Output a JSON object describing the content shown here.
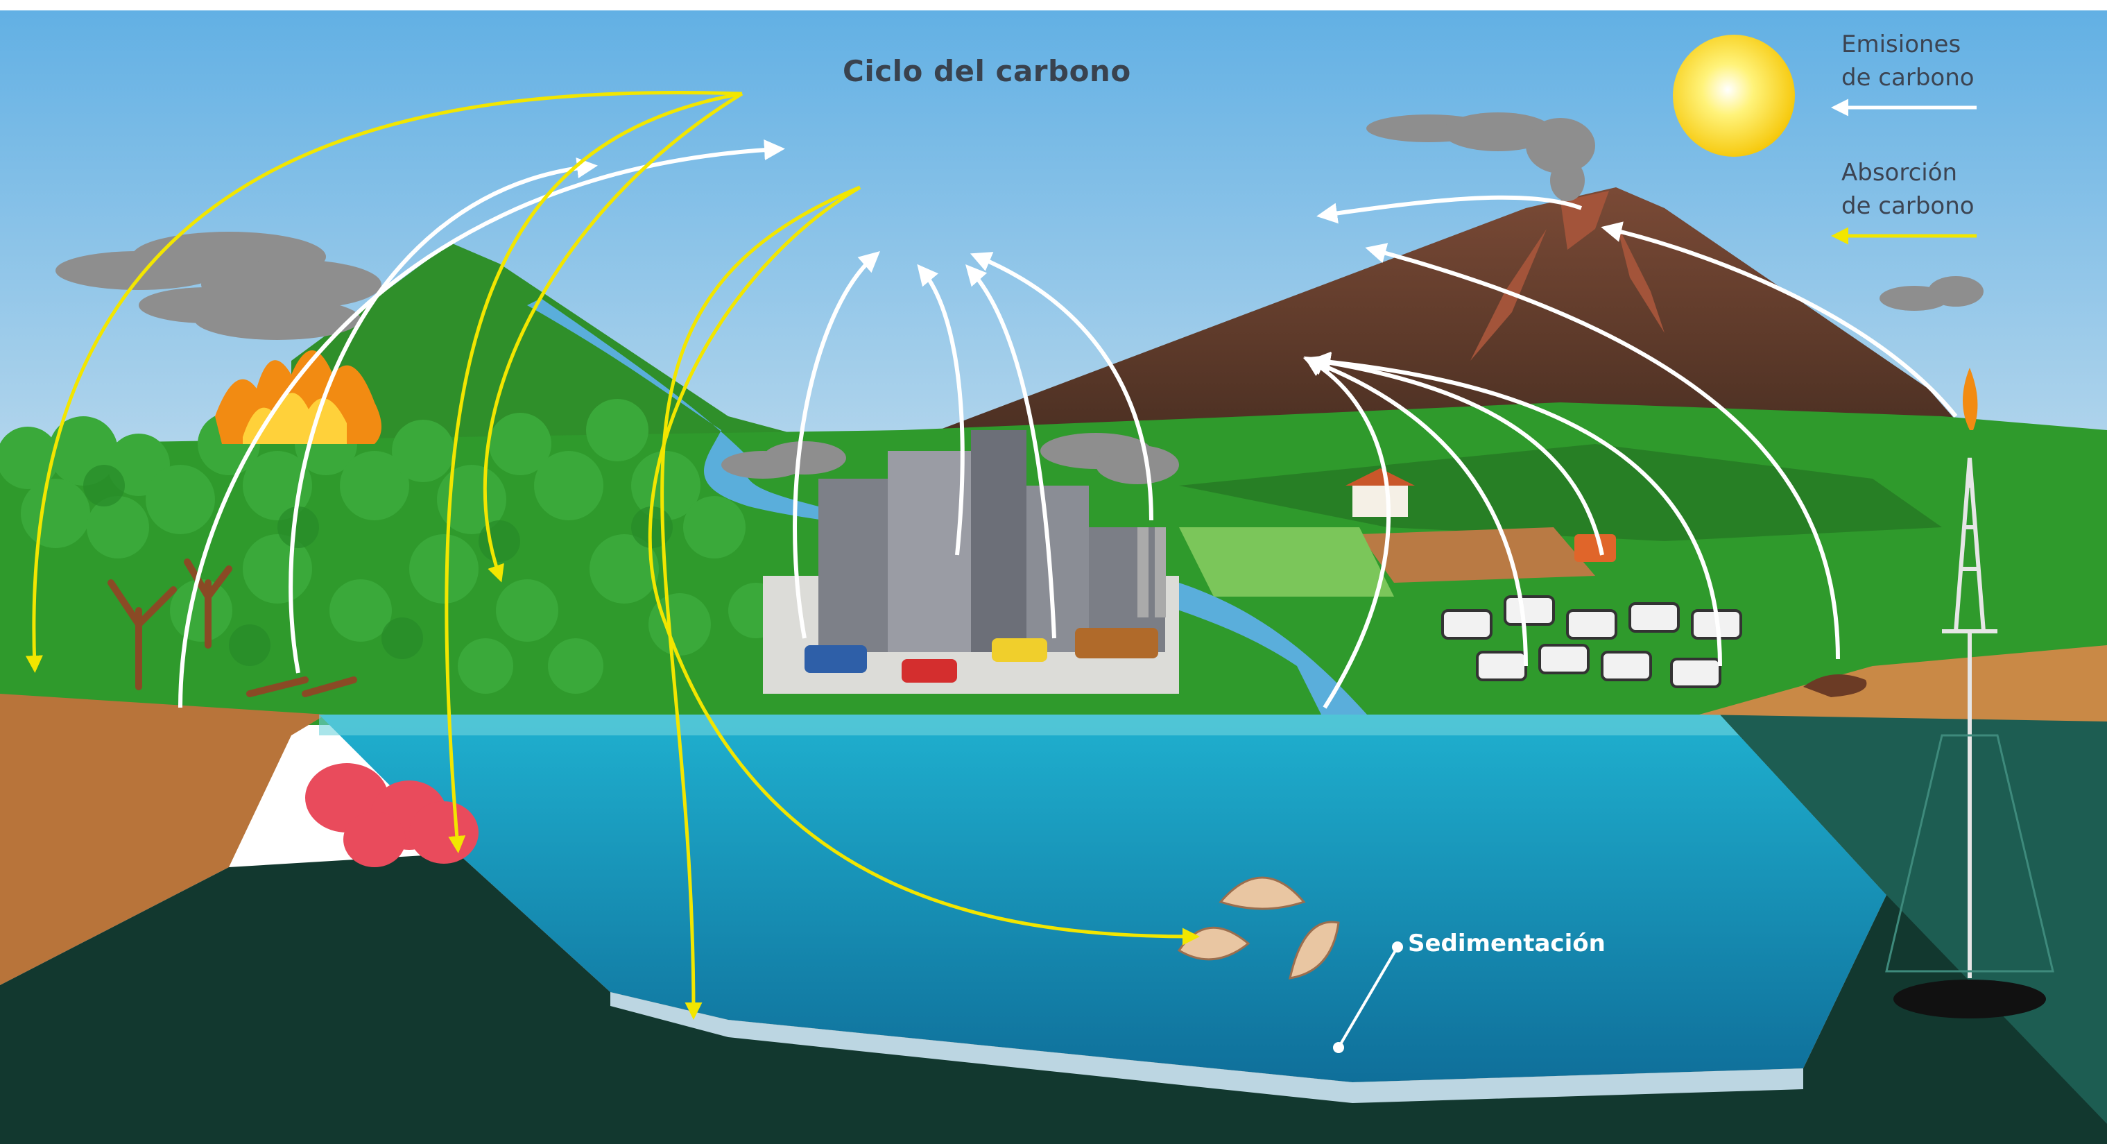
{
  "title": "Ciclo del carbono",
  "legend": {
    "emissions": {
      "line1": "Emisiones",
      "line2": "de carbono",
      "color": "#ffffff",
      "icon": "white-arrow-left-icon"
    },
    "absorption": {
      "line1": "Absorción",
      "line2": "de carbono",
      "color": "#f2e600",
      "icon": "yellow-arrow-left-icon"
    }
  },
  "labels": {
    "sedimentation": "Sedimentación"
  },
  "colors": {
    "sky_top": "#6fb7e6",
    "sky_bottom": "#dfeaf2",
    "grass": "#2f9a2c",
    "ocean": "#1a9cc2",
    "deep": "#12382f",
    "soil": "#b8743a",
    "volcano": "#6b3f30",
    "emission_arrow": "#ffffff",
    "absorption_arrow": "#f2e600"
  }
}
